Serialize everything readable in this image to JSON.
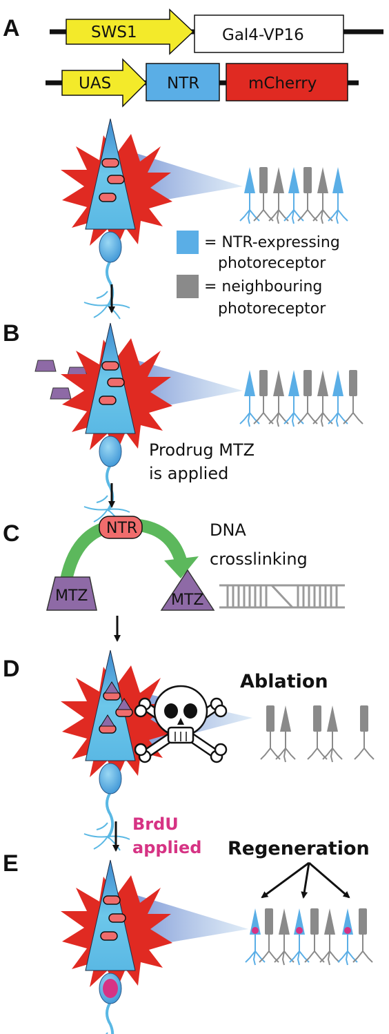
{
  "panels": {
    "a": "A",
    "b": "B",
    "c": "C",
    "d": "D",
    "e": "E"
  },
  "constructs": {
    "sws1": "SWS1",
    "gal4": "Gal4-VP16",
    "uas": "UAS",
    "ntr": "NTR",
    "mcherry": "mCherry"
  },
  "legend": {
    "ntr_line1": "= NTR-expressing",
    "ntr_line2": "photoreceptor",
    "neighbour_line1": "= neighbouring",
    "neighbour_line2": "photoreceptor"
  },
  "step_b": {
    "line1": "Prodrug MTZ",
    "line2": "is applied"
  },
  "step_c": {
    "enzyme": "NTR",
    "prodrug": "MTZ",
    "product": "MTZ",
    "dna_line1": "DNA",
    "dna_line2": "crosslinking"
  },
  "step_d": {
    "label": "Ablation"
  },
  "step_e": {
    "brdu_line1": "BrdU",
    "brdu_line2": "applied",
    "label": "Regeneration"
  },
  "colors": {
    "ntr_photoreceptor": "#5aaee6",
    "neighbour_photoreceptor": "#8a8a8a",
    "mcherry": "#e02a22",
    "promoter": "#f3ea2a",
    "mtz": "#8e6aa6",
    "enzyme": "#f06c6c",
    "reaction_arrow": "#5cb85c",
    "brdu": "#d63384"
  }
}
